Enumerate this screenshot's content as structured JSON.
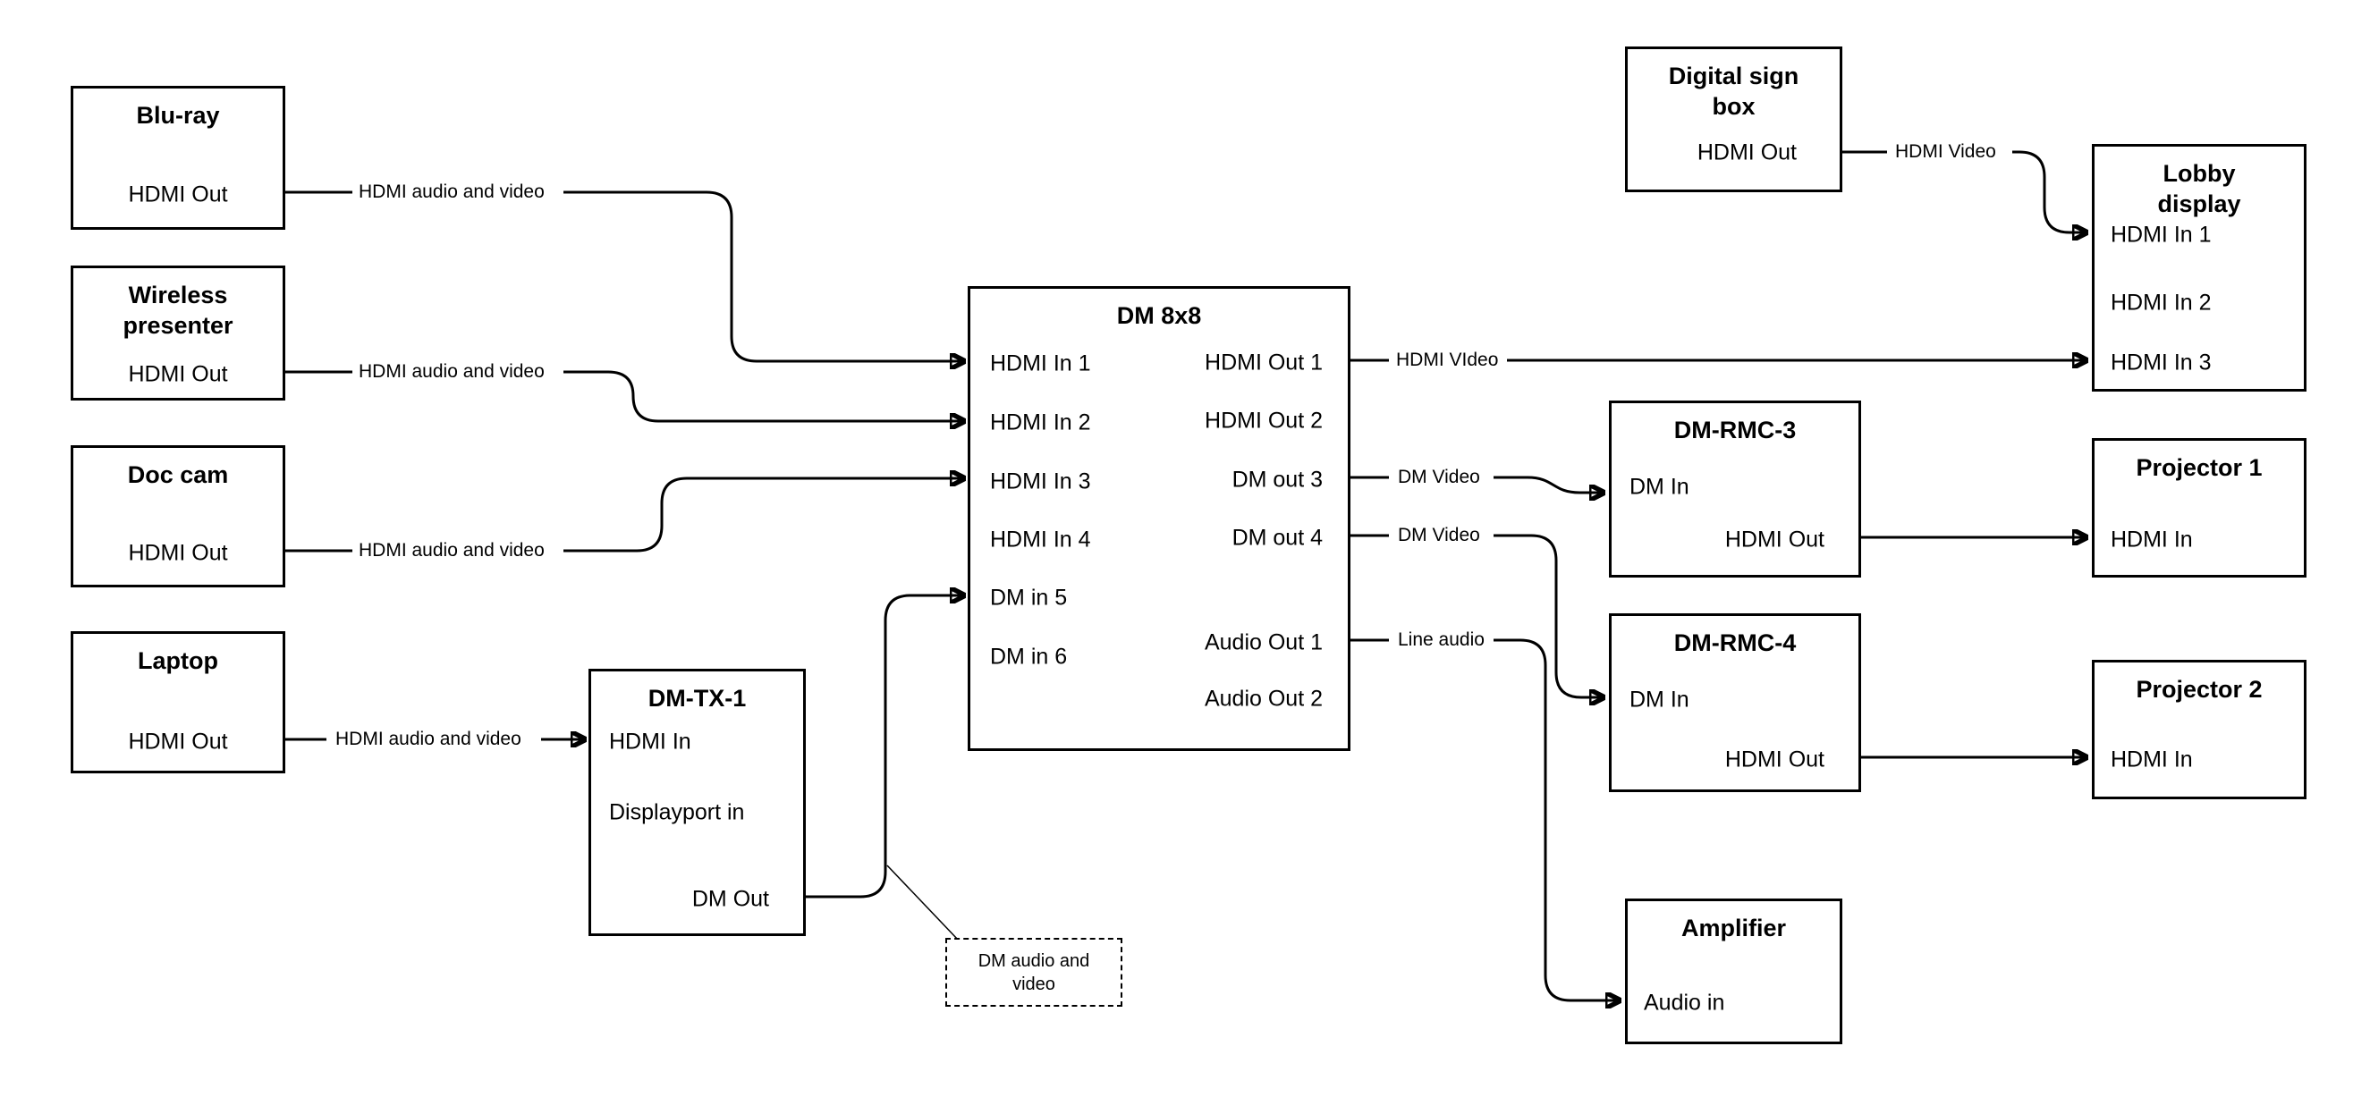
{
  "diagram": {
    "colors": {
      "line": "#000000",
      "background": "#ffffff"
    },
    "nodes": {
      "bluray": {
        "title": "Blu-ray",
        "ports": {
          "hdmi_out": "HDMI Out"
        }
      },
      "wireless_presenter": {
        "title": "Wireless presenter",
        "ports": {
          "hdmi_out": "HDMI Out"
        }
      },
      "doc_cam": {
        "title": "Doc cam",
        "ports": {
          "hdmi_out": "HDMI Out"
        }
      },
      "laptop": {
        "title": "Laptop",
        "ports": {
          "hdmi_out": "HDMI Out"
        }
      },
      "dm_tx_1": {
        "title": "DM-TX-1",
        "ports": {
          "hdmi_in": "HDMI In",
          "displayport_in": "Displayport in",
          "dm_out": "DM Out"
        }
      },
      "dm_8x8": {
        "title": "DM 8x8",
        "inputs": [
          "HDMI In 1",
          "HDMI In 2",
          "HDMI In 3",
          "HDMI In 4",
          "DM in 5",
          "DM in 6"
        ],
        "outputs": [
          "HDMI Out 1",
          "HDMI Out 2",
          "DM out 3",
          "DM out 4",
          "Audio Out 1",
          "Audio Out 2"
        ]
      },
      "digital_sign_box": {
        "title": "Digital sign box",
        "ports": {
          "hdmi_out": "HDMI Out"
        }
      },
      "lobby_display": {
        "title": "Lobby display",
        "inputs": [
          "HDMI In 1",
          "HDMI In 2",
          "HDMI In 3"
        ]
      },
      "dm_rmc_3": {
        "title": "DM-RMC-3",
        "ports": {
          "dm_in": "DM In",
          "hdmi_out": "HDMI Out"
        }
      },
      "projector_1": {
        "title": "Projector 1",
        "ports": {
          "hdmi_in": "HDMI In"
        }
      },
      "dm_rmc_4": {
        "title": "DM-RMC-4",
        "ports": {
          "dm_in": "DM In",
          "hdmi_out": "HDMI Out"
        }
      },
      "projector_2": {
        "title": "Projector 2",
        "ports": {
          "hdmi_in": "HDMI In"
        }
      },
      "amplifier": {
        "title": "Amplifier",
        "ports": {
          "audio_in": "Audio in"
        }
      }
    },
    "wire_labels": {
      "bluray_to_dm": "HDMI audio and video",
      "wireless_to_dm": "HDMI audio and video",
      "doccam_to_dm": "HDMI audio and video",
      "laptop_to_tx": "HDMI audio and video",
      "dm_out1_to_lobby": "HDMI VIdeo",
      "sign_to_lobby": "HDMI Video",
      "dm_out3_to_rmc3": "DM Video",
      "dm_out4_to_rmc4": "DM Video",
      "audio_out1_to_amp": "Line audio"
    },
    "note": {
      "text": "DM audio and video"
    }
  }
}
